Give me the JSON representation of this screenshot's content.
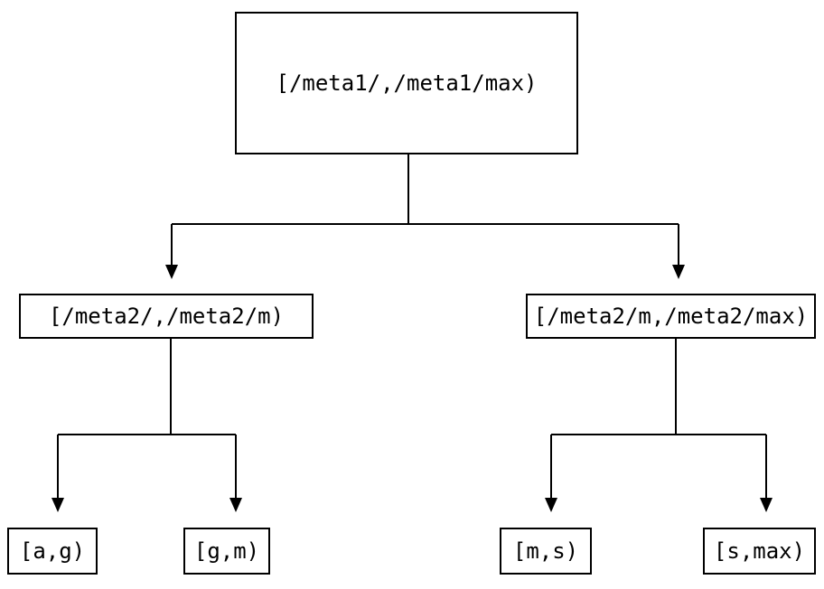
{
  "diagram": {
    "type": "tree",
    "nodes": {
      "root": {
        "id": "root",
        "label": "[/meta1/,/meta1/max)"
      },
      "level2": [
        {
          "id": "meta2-left",
          "label": "[/meta2/,/meta2/m)"
        },
        {
          "id": "meta2-right",
          "label": "[/meta2/m,/meta2/max)"
        }
      ],
      "leaves": [
        {
          "id": "leaf-ag",
          "label": "[a,g)"
        },
        {
          "id": "leaf-gm",
          "label": "[g,m)"
        },
        {
          "id": "leaf-ms",
          "label": "[m,s)"
        },
        {
          "id": "leaf-smax",
          "label": "[s,max)"
        }
      ]
    },
    "edges": [
      {
        "from": "root",
        "to": "meta2-left"
      },
      {
        "from": "root",
        "to": "meta2-right"
      },
      {
        "from": "meta2-left",
        "to": "leaf-ag"
      },
      {
        "from": "meta2-left",
        "to": "leaf-gm"
      },
      {
        "from": "meta2-right",
        "to": "leaf-ms"
      },
      {
        "from": "meta2-right",
        "to": "leaf-smax"
      }
    ],
    "colors": {
      "background": "#ffffff",
      "box_fill": "#ffffff",
      "box_border": "#000000",
      "line": "#000000",
      "text": "#000000"
    }
  }
}
